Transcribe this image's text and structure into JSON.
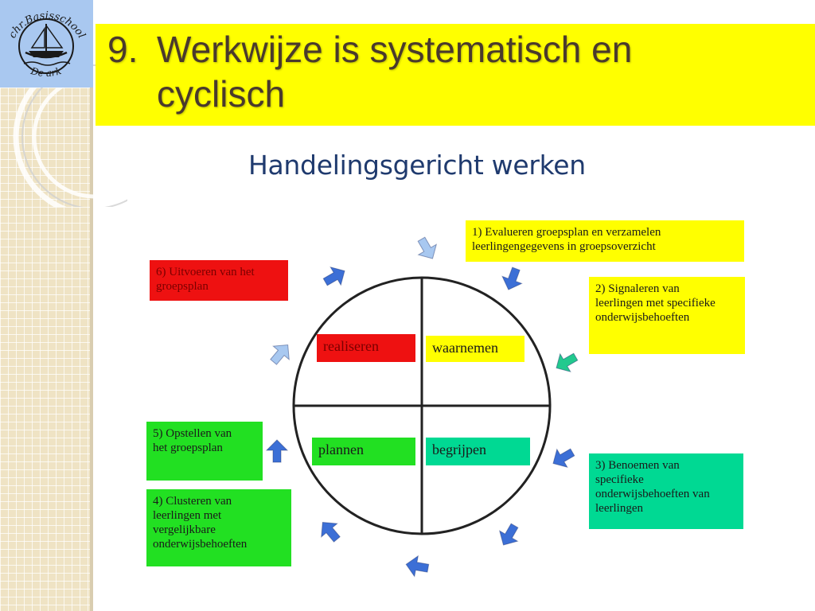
{
  "logo": {
    "top_text": "chr.Basisschool",
    "bottom_text": "De ark"
  },
  "title": {
    "number": "9.",
    "line1": "Werkwijze is systematisch en",
    "line2": "cyclisch"
  },
  "subtitle": "Handelingsgericht werken",
  "quadrants": {
    "realiseren": "realiseren",
    "waarnemen": "waarnemen",
    "plannen": "plannen",
    "begrijpen": "begrijpen"
  },
  "steps": [
    {
      "lines": [
        "1) Evalueren groepsplan en verzamelen",
        "leerlingengegevens in groepsoverzicht"
      ],
      "color": "#ffff00"
    },
    {
      "lines": [
        "2) Signaleren van",
        "leerlingen met specifieke",
        "onderwijsbehoeften"
      ],
      "color": "#ffff00"
    },
    {
      "lines": [
        "3) Benoemen van",
        "specifieke",
        "onderwijsbehoeften van",
        "leerlingen"
      ],
      "color": "#00d993"
    },
    {
      "lines": [
        "4) Clusteren van",
        "leerlingen met",
        "vergelijkbare",
        "onderwijsbehoeften"
      ],
      "color": "#22e022"
    },
    {
      "lines": [
        "5) Opstellen van",
        "het groepsplan"
      ],
      "color": "#22e022"
    },
    {
      "lines": [
        "6) Uitvoeren van het",
        "groepsplan"
      ],
      "color": "#ee1111"
    }
  ],
  "arrow_colors": {
    "light_blue": "#a8c8f0",
    "blue": "#3c6fd6",
    "teal": "#22c98e"
  }
}
